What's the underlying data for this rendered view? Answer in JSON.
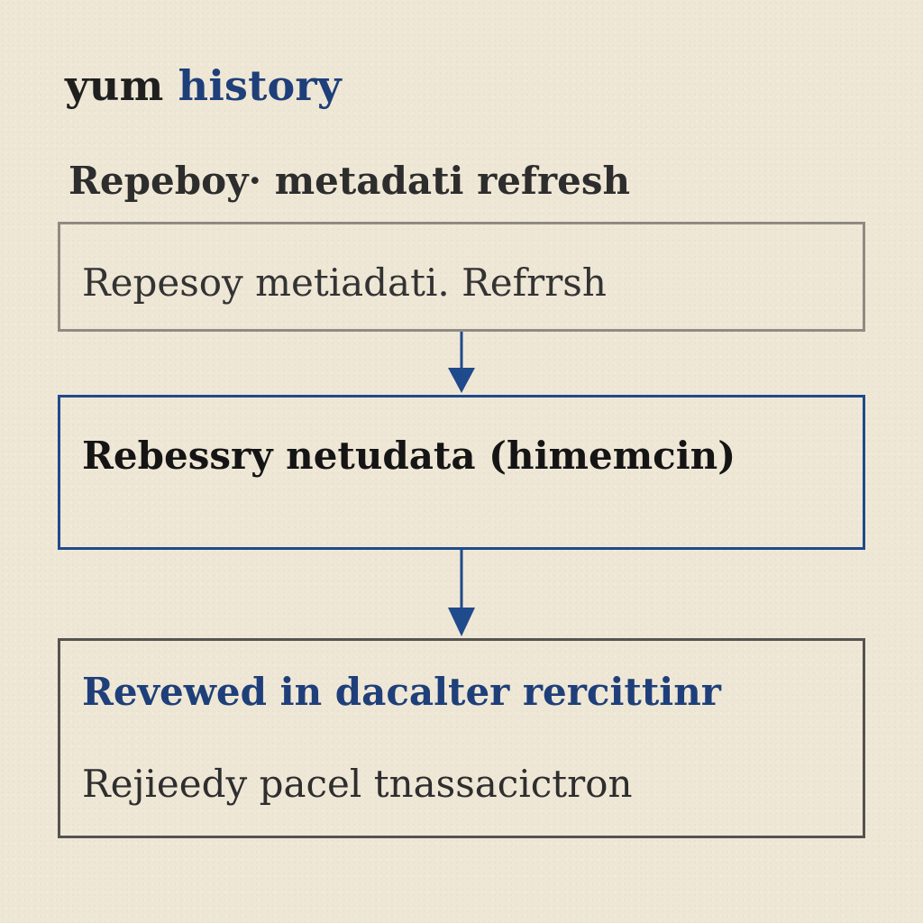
{
  "header": {
    "title_prefix": "yum",
    "title_accent": "history",
    "subtitle": "Repeboy· metadati refresh"
  },
  "flow": {
    "step1": "Repesoy metiadati. Refrrsh",
    "step2": "Rebessry netudata (himemcin)",
    "step3_heading": "Revewed in dacalter rercittinr",
    "step3_detail": "Rejieedy pacel tnassacictron"
  },
  "colors": {
    "background": "#efe7d6",
    "accent_blue": "#1e3f7a",
    "box_border_gray": "#8f8a82",
    "box_border_blue": "#1f4a8c",
    "box_border_dark": "#555350"
  }
}
